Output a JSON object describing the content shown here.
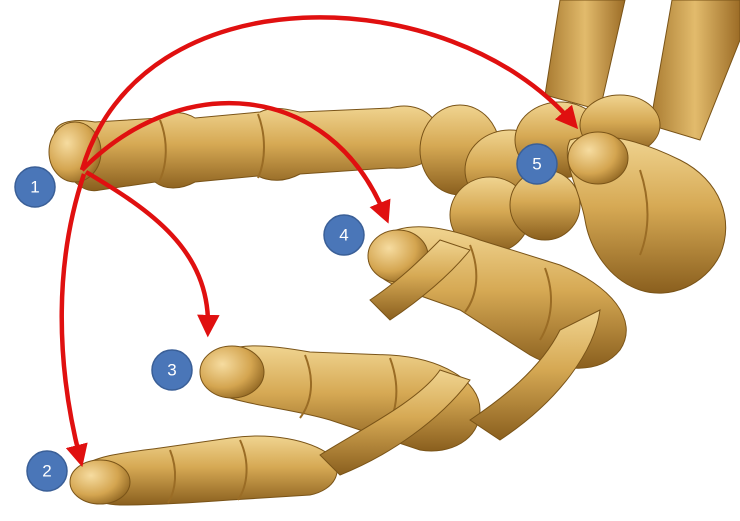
{
  "figure": {
    "markers": [
      {
        "id": "thumb",
        "label": "1"
      },
      {
        "id": "little-finger",
        "label": "2"
      },
      {
        "id": "ring-finger",
        "label": "3"
      },
      {
        "id": "middle-finger",
        "label": "4"
      },
      {
        "id": "index-finger",
        "label": "5"
      }
    ],
    "colors": {
      "arrow": "#e01010",
      "marker_fill": "#4a76b8",
      "marker_text": "#ffffff",
      "bone_light": "#e8c77a",
      "bone_mid": "#c99a45",
      "bone_dark": "#7a5418",
      "background": "#ffffff"
    },
    "icons": {
      "arrow": "curved-arrow-icon",
      "marker": "numbered-circle-icon"
    }
  }
}
